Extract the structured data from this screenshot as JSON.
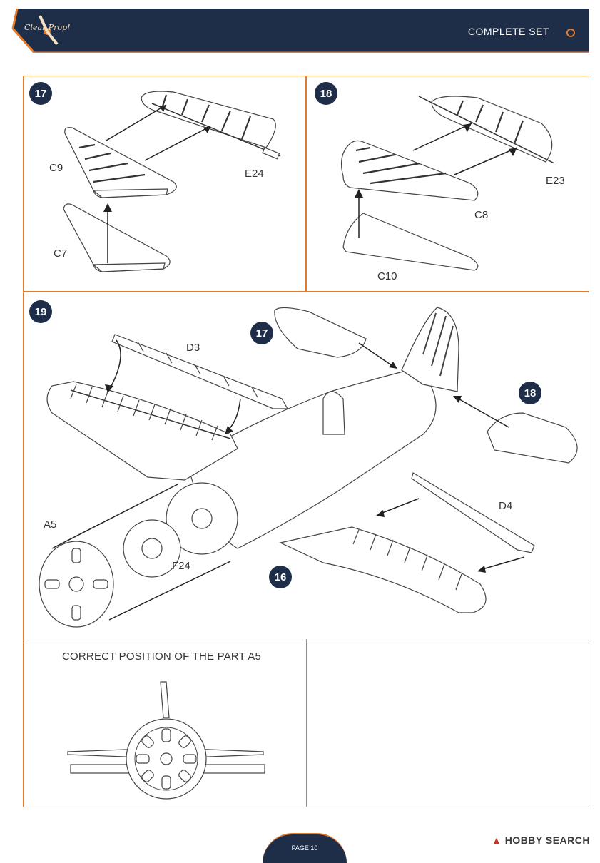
{
  "header": {
    "title": "COMPLETE SET",
    "logo_text": "Clear Prop!"
  },
  "colors": {
    "navy": "#1e2d48",
    "orange": "#e07b2e"
  },
  "steps": {
    "s17": {
      "number": "17",
      "parts": [
        "C9",
        "E24",
        "C7"
      ]
    },
    "s18": {
      "number": "18",
      "parts": [
        "E23",
        "C8",
        "C10"
      ]
    },
    "s19": {
      "number": "19",
      "parts": [
        "D3",
        "D4",
        "A5",
        "F24"
      ],
      "refs": [
        "17",
        "18",
        "16"
      ]
    }
  },
  "caption": "CORRECT POSITION OF THE PART  A5",
  "footer": {
    "page": "PAGE 10"
  },
  "watermark": {
    "brand": "HOBBY SEARCH"
  }
}
